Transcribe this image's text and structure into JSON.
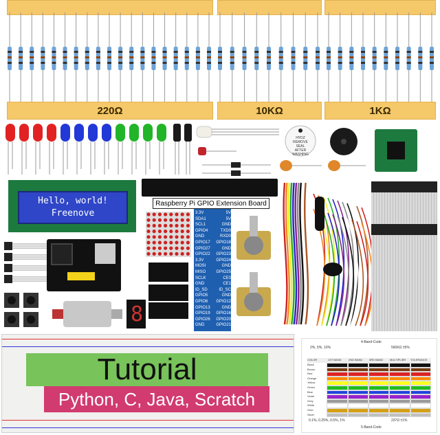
{
  "resistor_labels": [
    "220Ω",
    "10KΩ",
    "1KΩ"
  ],
  "lcd": {
    "line1": "Hello, world!",
    "line2": "Freenove"
  },
  "gpio_board_title": "Raspberry Pi GPIO Extension Board",
  "gpio_pins_left": [
    "3.3V",
    "SDA1",
    "SCL1",
    "GPIO4",
    "GND",
    "GPIO17",
    "GPIO27",
    "GPIO22",
    "3.3V",
    "MOSI",
    "MISO",
    "SCLK",
    "GND",
    "ID_SD",
    "GPIO5",
    "GPIO6",
    "GPIO13",
    "GPIO19",
    "GPIO26",
    "GND"
  ],
  "gpio_pins_right": [
    "5V",
    "5V",
    "GND",
    "TXD0",
    "RXD0",
    "GPIO18",
    "GND",
    "GPIO23",
    "GPIO24",
    "GND",
    "GPIO25",
    "CE0",
    "CE1",
    "ID_SC",
    "GND",
    "GPIO12",
    "GND",
    "GPIO16",
    "GPIO20",
    "GPIO21"
  ],
  "tutorial": {
    "title": "Tutorial",
    "languages": "Python, C, Java, Scratch"
  },
  "buzzer_label": [
    "HYDZ",
    "REMOVE",
    "SEAL",
    "AFTER",
    "WASHING"
  ],
  "color_code_chart": {
    "title_top": "4-Band-Code",
    "title_bottom": "5-Band-Code",
    "example_top": "560KΩ ±5%",
    "example_bottom": "237Ω ±1%",
    "tolerance_top": "2%, 5%, 10%",
    "tolerance_bottom": "0.1%, 0.25%, 0.5%, 1%",
    "headers": [
      "COLOR",
      "1ST BAND",
      "2ND BAND",
      "3RD BAND",
      "MULTIPLIER",
      "TOLERANCE"
    ],
    "rows": [
      "Black",
      "Brown",
      "Red",
      "Orange",
      "Yellow",
      "Green",
      "Blue",
      "Violet",
      "Grey",
      "White",
      "Gold",
      "Silver"
    ]
  },
  "colors": {
    "tape": "#f5c86a",
    "lcd_blue": "#2f46c8",
    "pcb_blue": "#1f5fb0",
    "pcb_green": "#1d7a3e",
    "tutorial_green": "#79c35b",
    "tutorial_pink": "#d13b6f",
    "led_red": "#e22222",
    "led_blue": "#2239d8",
    "led_green": "#22b52a"
  }
}
